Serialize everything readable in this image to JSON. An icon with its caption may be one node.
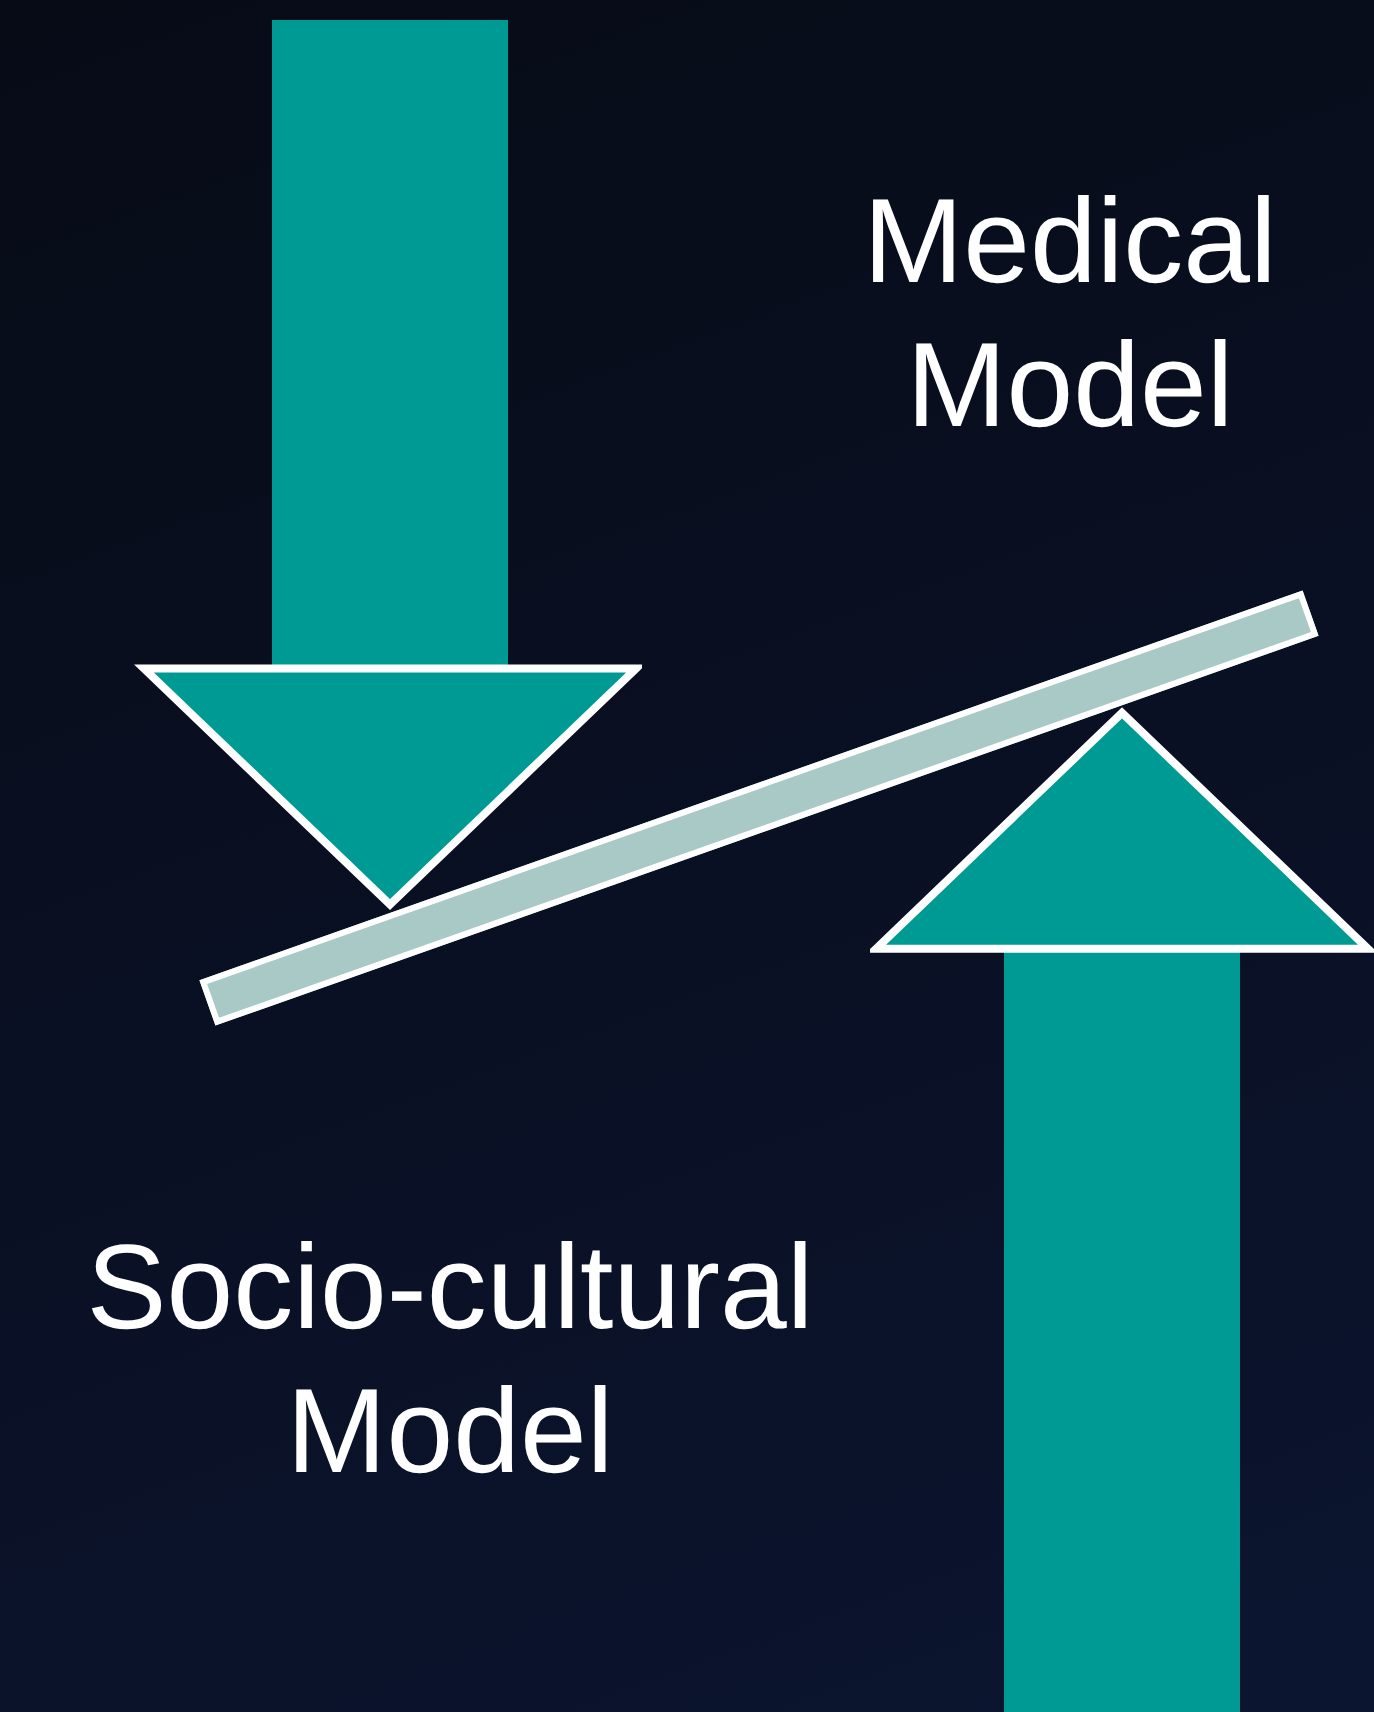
{
  "diagram": {
    "nodes": [
      {
        "text": [
          "Medical Model"
        ]
      },
      {
        "text": [
          "Socio-cultural Model"
        ]
      },
      {
        "text": [],
        "shape": "bar"
      }
    ],
    "edges": [
      {
        "from": null,
        "to": 2,
        "arrow": "to"
      },
      {
        "from": null,
        "to": 2,
        "arrow": "to"
      }
    ]
  }
}
